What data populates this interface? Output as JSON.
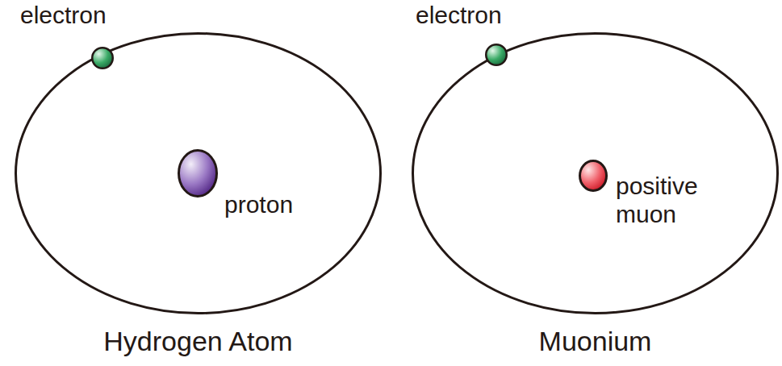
{
  "diagram": {
    "nodes": [
      {
        "text": [
          "Hydrogen Atom"
        ]
      },
      {
        "text": [
          "electron"
        ],
        "in": 0
      },
      {
        "text": [
          "proton"
        ],
        "in": 0
      },
      {
        "text": [
          "Muonium"
        ]
      },
      {
        "text": [
          "electron"
        ],
        "in": 3
      },
      {
        "text": [
          "positive muon"
        ],
        "in": 3
      }
    ]
  }
}
